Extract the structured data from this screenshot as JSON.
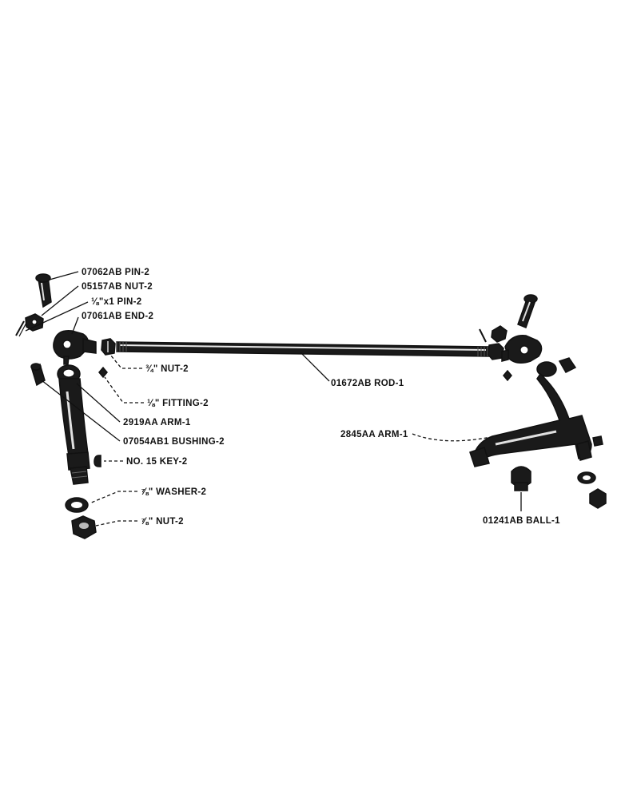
{
  "labels": {
    "pin_07062ab": "07062AB PIN-2",
    "nut_05157ab": "05157AB NUT-2",
    "cotter_pin": "⅛\"x1 PIN-2",
    "end_07061ab": "07061AB END-2",
    "nut_3_4": "¾\" NUT-2",
    "rod_01672ab": "01672AB ROD-1",
    "fitting_1_8": "⅛\" FITTING-2",
    "arm_2919aa": "2919AA ARM-1",
    "bushing_07054ab1": "07054AB1 BUSHING-2",
    "key_no15": "NO. 15 KEY-2",
    "washer_7_8": "⅞\" WASHER-2",
    "nut_7_8": "⅞\" NUT-2",
    "arm_2845aa": "2845AA ARM-1",
    "ball_01241ab": "01241AB BALL-1"
  }
}
